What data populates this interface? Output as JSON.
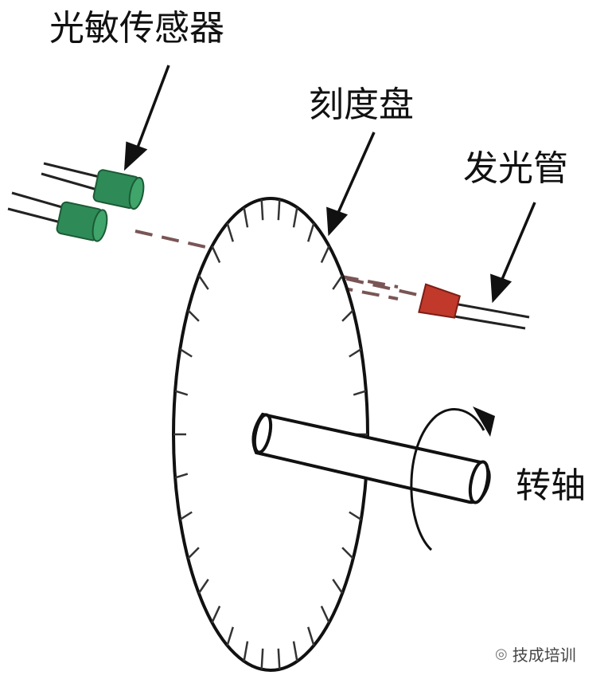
{
  "labels": {
    "sensor": "光敏传感器",
    "disc": "刻度盘",
    "emitter": "发光管",
    "shaft": "转轴"
  },
  "watermark": {
    "icon": "wechat-icon",
    "text": "技成培训"
  },
  "colors": {
    "sensor_body": "#2e8b57",
    "emitter_body": "#c0392b",
    "outline": "#111111",
    "light_beam": "#7a5555"
  }
}
